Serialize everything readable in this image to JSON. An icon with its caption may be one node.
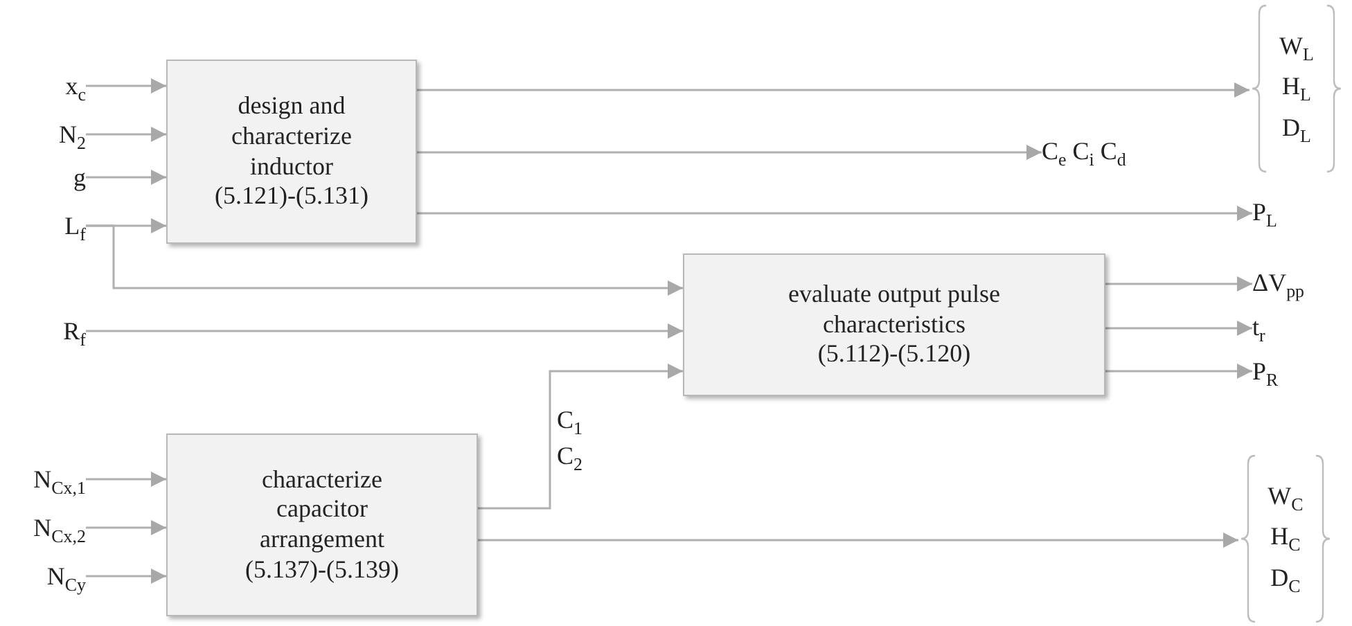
{
  "diagram": {
    "nodes": [
      {
        "text": [
          "design and characterize inductor",
          "(5.121)-(5.131)"
        ]
      },
      {
        "text": [
          "evaluate output pulse characteristics",
          "(5.112)-(5.120)"
        ]
      },
      {
        "text": [
          "characterize capacitor arrangement",
          "(5.137)-(5.139)"
        ]
      },
      {
        "text": [
          "x$_{c}$"
        ]
      },
      {
        "text": [
          "N$_{2}$"
        ]
      },
      {
        "text": [
          "g"
        ]
      },
      {
        "text": [
          "L$_{f}$"
        ]
      },
      {
        "text": [
          "R$_{f}$"
        ]
      },
      {
        "text": [
          "N$_{Cx,1}$"
        ]
      },
      {
        "text": [
          "N$_{Cx,2}$"
        ]
      },
      {
        "text": [
          "N$_{Cy}$"
        ]
      },
      {
        "text": [
          "W$_{L}$",
          "H$_{L}$",
          "D$_{L}$"
        ]
      },
      {
        "text": [
          "C$_{e}$ C$_{i}$ C$_{d}$"
        ]
      },
      {
        "text": [
          "P$_{L}$"
        ]
      },
      {
        "text": [
          "ΔV$_{pp}$"
        ]
      },
      {
        "text": [
          "t$_{r}$"
        ]
      },
      {
        "text": [
          "P$_{R}$"
        ]
      },
      {
        "text": [
          "W$_{C}$",
          "H$_{C}$",
          "D$_{C}$"
        ]
      }
    ],
    "edges": [
      {
        "from": 3,
        "to": 0,
        "arrow": "to"
      },
      {
        "from": 4,
        "to": 0,
        "arrow": "to"
      },
      {
        "from": 5,
        "to": 0,
        "arrow": "to"
      },
      {
        "from": 6,
        "to": 0,
        "arrow": "to"
      },
      {
        "from": 6,
        "to": 1,
        "arrow": "to"
      },
      {
        "from": 7,
        "to": 1,
        "arrow": "to"
      },
      {
        "from": 2,
        "to": 1,
        "arrow": "to",
        "label": "C$_{1}$ C$_{2}$"
      },
      {
        "from": 0,
        "to": 11,
        "arrow": "to"
      },
      {
        "from": 0,
        "to": 12,
        "arrow": "to"
      },
      {
        "from": 0,
        "to": 13,
        "arrow": "to"
      },
      {
        "from": 1,
        "to": 14,
        "arrow": "to"
      },
      {
        "from": 1,
        "to": 15,
        "arrow": "to"
      },
      {
        "from": 1,
        "to": 16,
        "arrow": "to"
      },
      {
        "from": 8,
        "to": 2,
        "arrow": "to"
      },
      {
        "from": 9,
        "to": 2,
        "arrow": "to"
      },
      {
        "from": 10,
        "to": 2,
        "arrow": "to"
      },
      {
        "from": 2,
        "to": 17,
        "arrow": "to"
      }
    ]
  }
}
